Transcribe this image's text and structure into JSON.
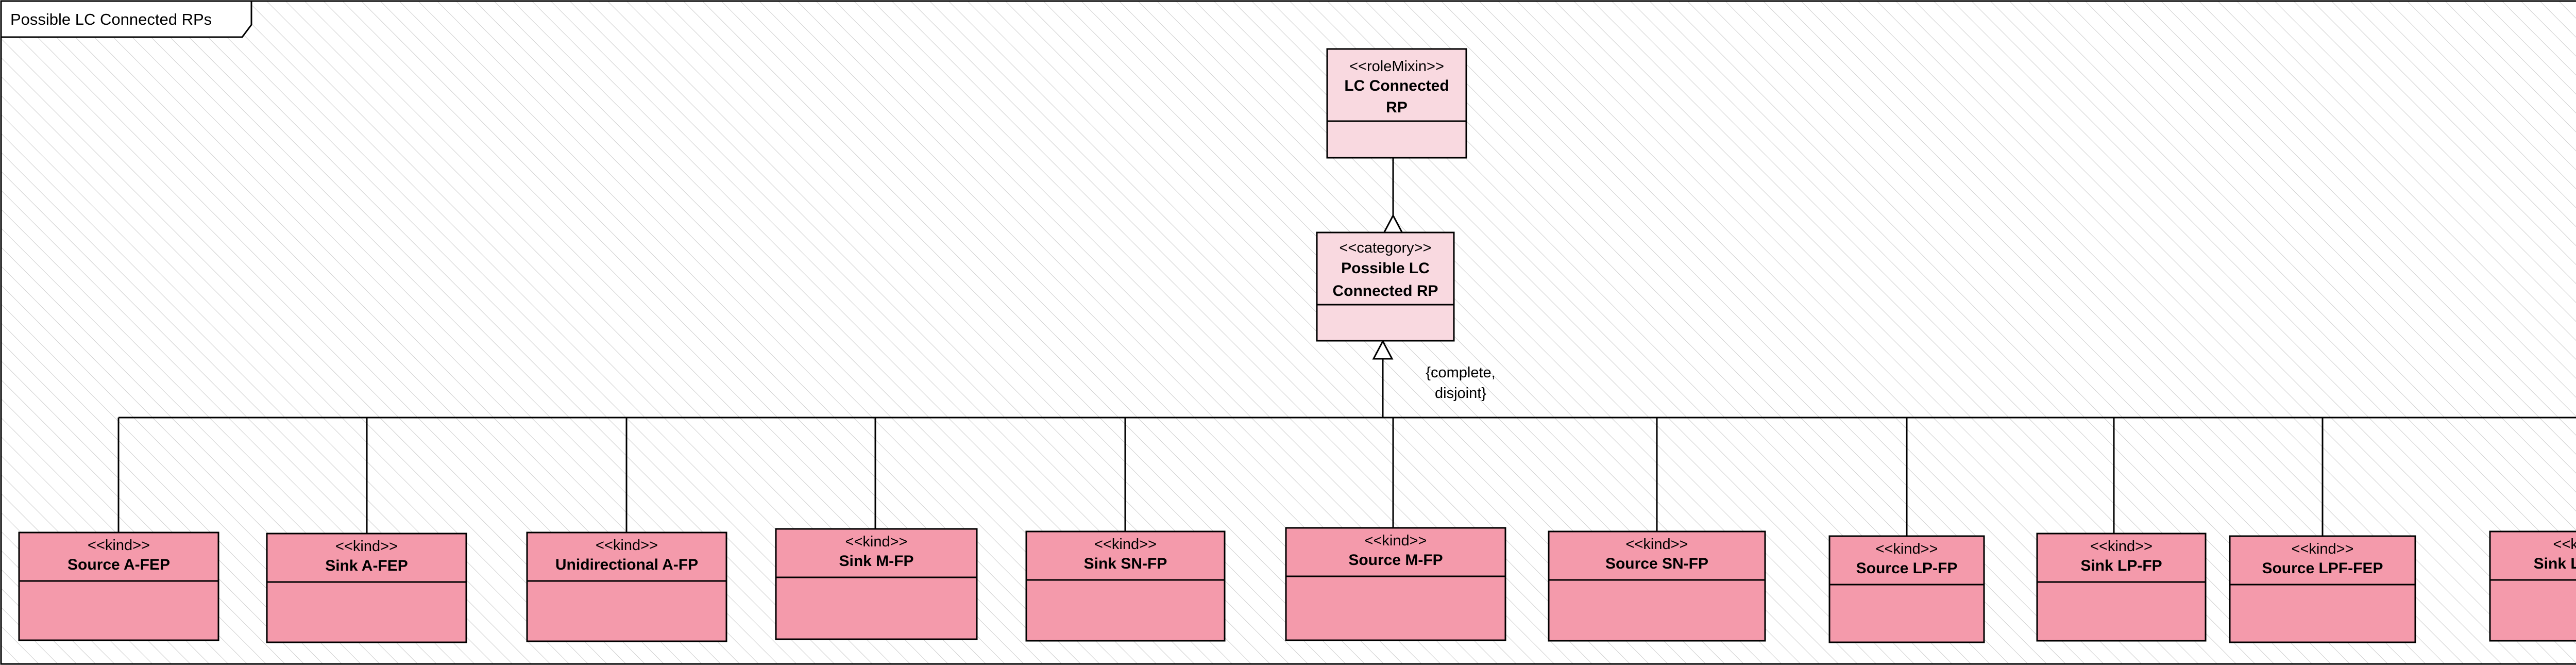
{
  "frame": {
    "title": "Possible LC Connected RPs"
  },
  "colors": {
    "top_class_fill": "#f9d9e0",
    "leaf_class_fill": "#f49aab",
    "hatch": "#cfcfcf"
  },
  "top_classes": [
    {
      "id": "role-mixin",
      "stereotype": "<<roleMixin>>",
      "name_lines": [
        "LC Connected",
        "RP"
      ]
    },
    {
      "id": "category",
      "stereotype": "<<category>>",
      "name_lines": [
        "Possible LC",
        "Connected RP"
      ]
    }
  ],
  "generalization_set": {
    "constraint_lines": [
      "{complete,",
      "disjoint}"
    ]
  },
  "leaf_classes": [
    {
      "stereotype": "<<kind>>",
      "name": "Source A-FEP"
    },
    {
      "stereotype": "<<kind>>",
      "name": "Sink A-FEP"
    },
    {
      "stereotype": "<<kind>>",
      "name": "Unidirectional A-FP"
    },
    {
      "stereotype": "<<kind>>",
      "name": "Sink M-FP"
    },
    {
      "stereotype": "<<kind>>",
      "name": "Sink SN-FP"
    },
    {
      "stereotype": "<<kind>>",
      "name": "Source M-FP"
    },
    {
      "stereotype": "<<kind>>",
      "name": "Source SN-FP"
    },
    {
      "stereotype": "<<kind>>",
      "name": "Source LP-FP"
    },
    {
      "stereotype": "<<kind>>",
      "name": "Sink LP-FP"
    },
    {
      "stereotype": "<<kind>>",
      "name": "Source LPF-FEP"
    },
    {
      "stereotype": "<<kind>>",
      "name": "Sink LPF-FEP"
    }
  ]
}
